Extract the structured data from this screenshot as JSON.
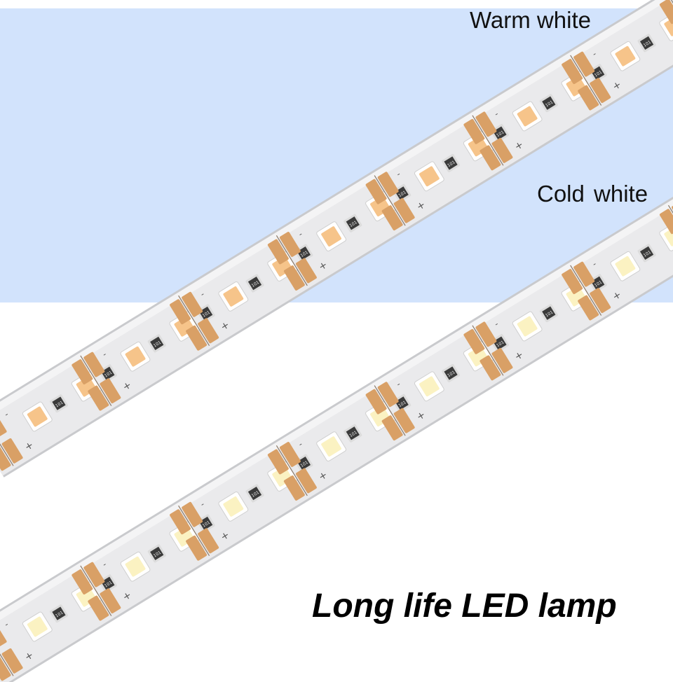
{
  "labels": {
    "warm": "Warm white",
    "cold": "Cold  white"
  },
  "headline": "Long life LED lamp",
  "resistor_marking": "101",
  "polarity": {
    "plus": "+",
    "minus": "-"
  },
  "colors": {
    "background_top": "#d2e3fc",
    "background_bottom": "#ffffff",
    "strip_body": "#eaeaec",
    "strip_edge": "#c9cacd",
    "copper_pad": "#d9a066",
    "warm_led": "#f6c48a",
    "cold_led": "#fbf2c2",
    "resistor": "#3a3a3a"
  }
}
